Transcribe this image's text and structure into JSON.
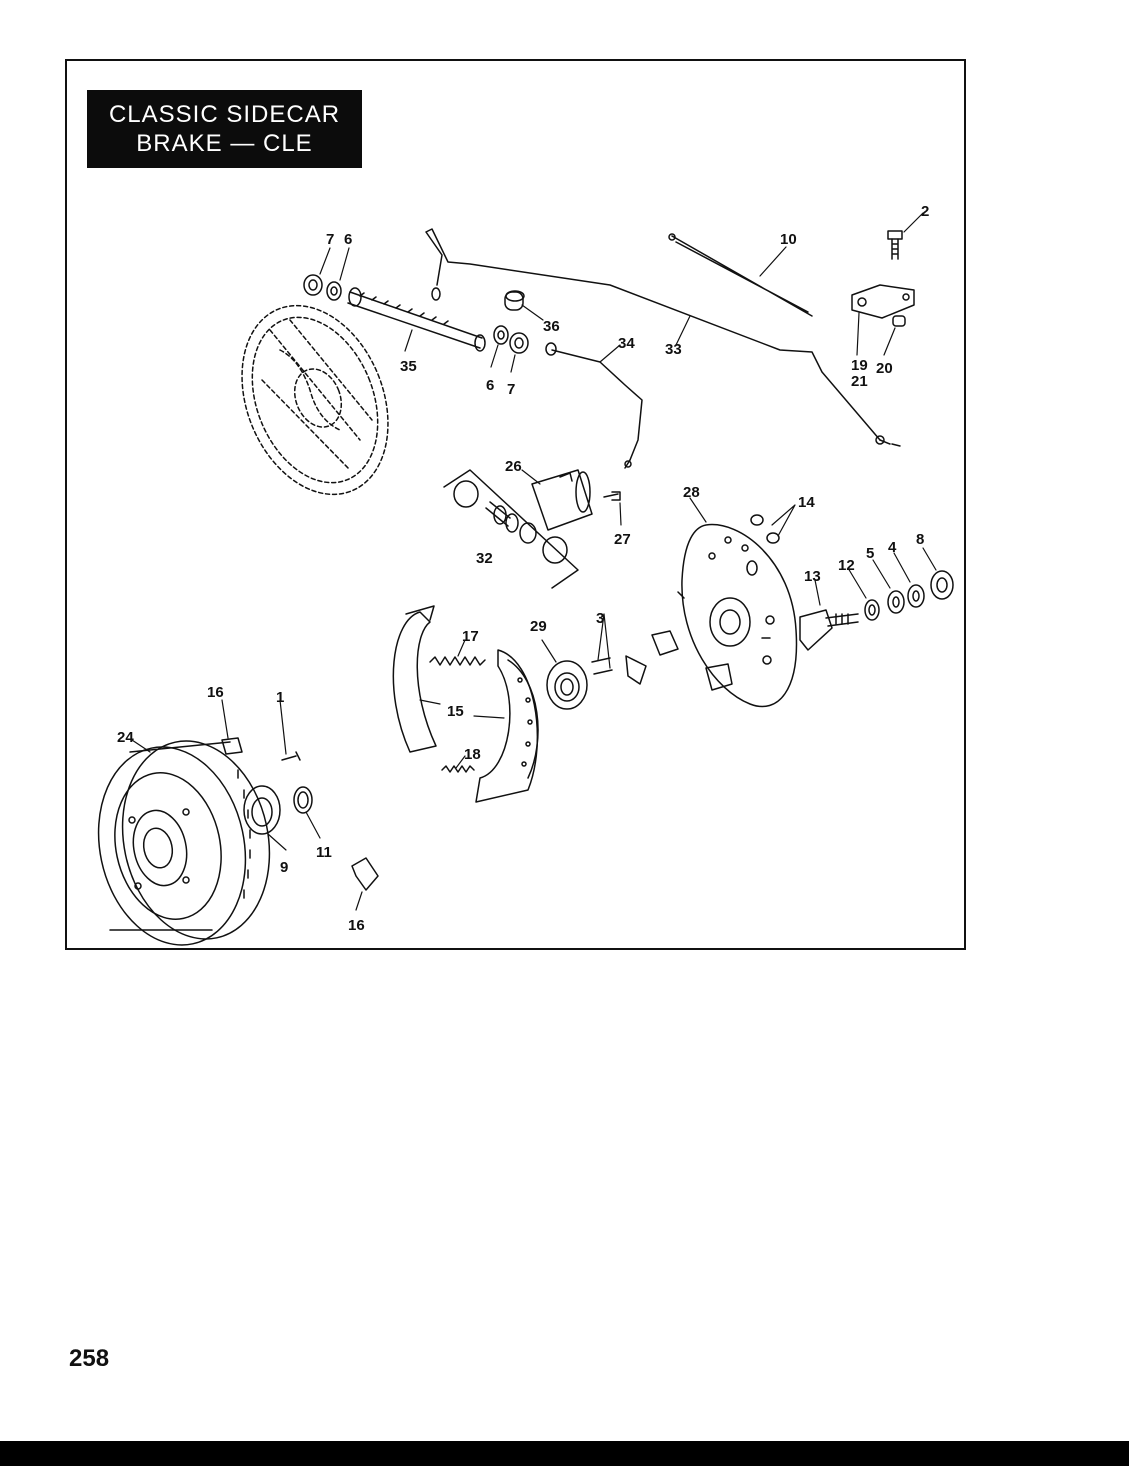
{
  "title": {
    "line1": "CLASSIC SIDECAR",
    "line2": "BRAKE — CLE"
  },
  "page_number": "258",
  "callouts": {
    "c1": "1",
    "c2": "2",
    "c3": "3",
    "c4": "4",
    "c5": "5",
    "c6a": "6",
    "c6b": "6",
    "c7a": "7",
    "c7b": "7",
    "c8": "8",
    "c9": "9",
    "c10": "10",
    "c11": "11",
    "c12": "12",
    "c13": "13",
    "c14": "14",
    "c15": "15",
    "c16a": "16",
    "c16b": "16",
    "c17": "17",
    "c18": "18",
    "c19": "19",
    "c20": "20",
    "c21": "21",
    "c24": "24",
    "c26": "26",
    "c27": "27",
    "c28": "28",
    "c29": "29",
    "c32": "32",
    "c33": "33",
    "c34": "34",
    "c35": "35",
    "c36": "36"
  }
}
